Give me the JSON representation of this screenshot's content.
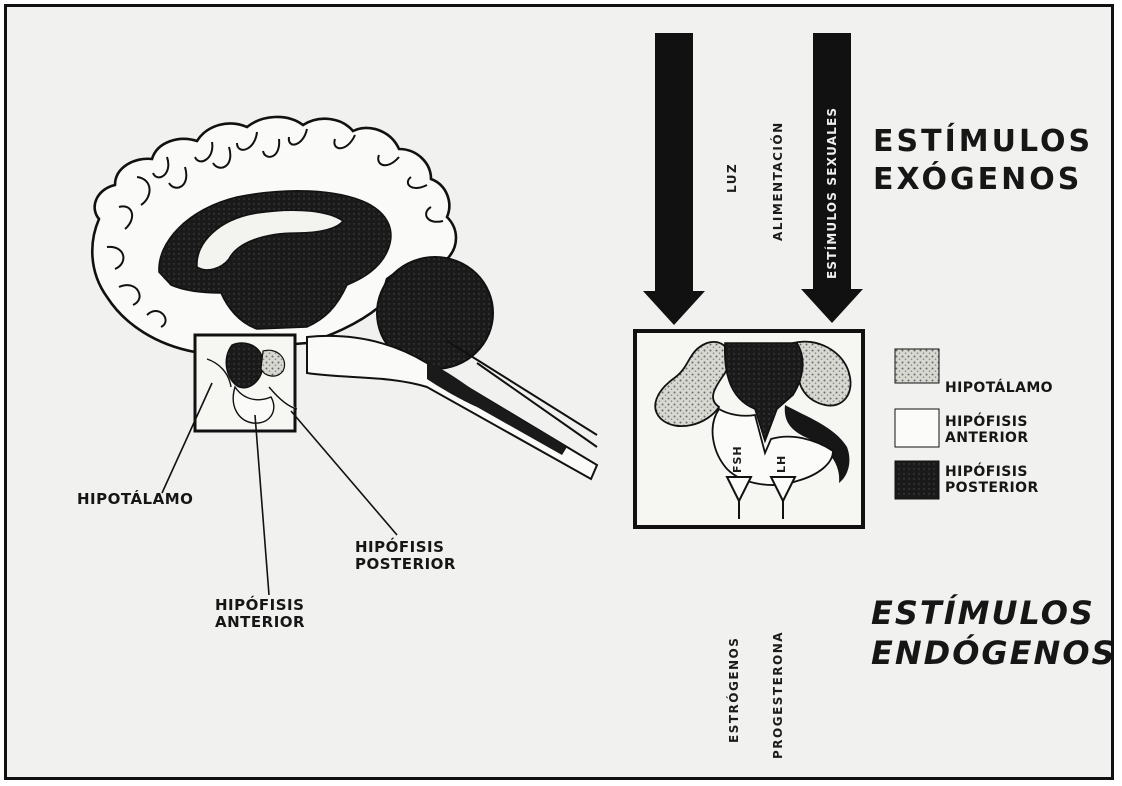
{
  "labels": {
    "hipotalamo": "HIPOTÁLAMO",
    "hipofisis_anterior": [
      "HIPÓFISIS",
      "ANTERIOR"
    ],
    "hipofisis_posterior": [
      "HIPÓFISIS",
      "POSTERIOR"
    ]
  },
  "exogenous": {
    "title": [
      "ESTÍMULOS",
      "EXÓGENOS"
    ],
    "arrow1": "",
    "luz": "LUZ",
    "alimentacion": "ALIMENTACIÓN",
    "arrow2": "ESTÍMULOS SEXUALES"
  },
  "hormones": {
    "fsh": "FSH",
    "lh": "LH"
  },
  "legend": [
    {
      "lines": [
        "HIPOTÁLAMO"
      ],
      "swatch": "dotted"
    },
    {
      "lines": [
        "HIPÓFISIS",
        "ANTERIOR"
      ],
      "swatch": "white"
    },
    {
      "lines": [
        "HIPÓFISIS",
        "POSTERIOR"
      ],
      "swatch": "dark"
    }
  ],
  "endogenous": {
    "title": [
      "ESTÍMULOS",
      "ENDÓGENOS"
    ],
    "estrogenos": "ESTRÓGENOS",
    "progesterona": "PROGESTERONA"
  },
  "colors": {
    "ink": "#111111",
    "paper": "#f1f1ef",
    "stipple": "#bdbdb6"
  }
}
